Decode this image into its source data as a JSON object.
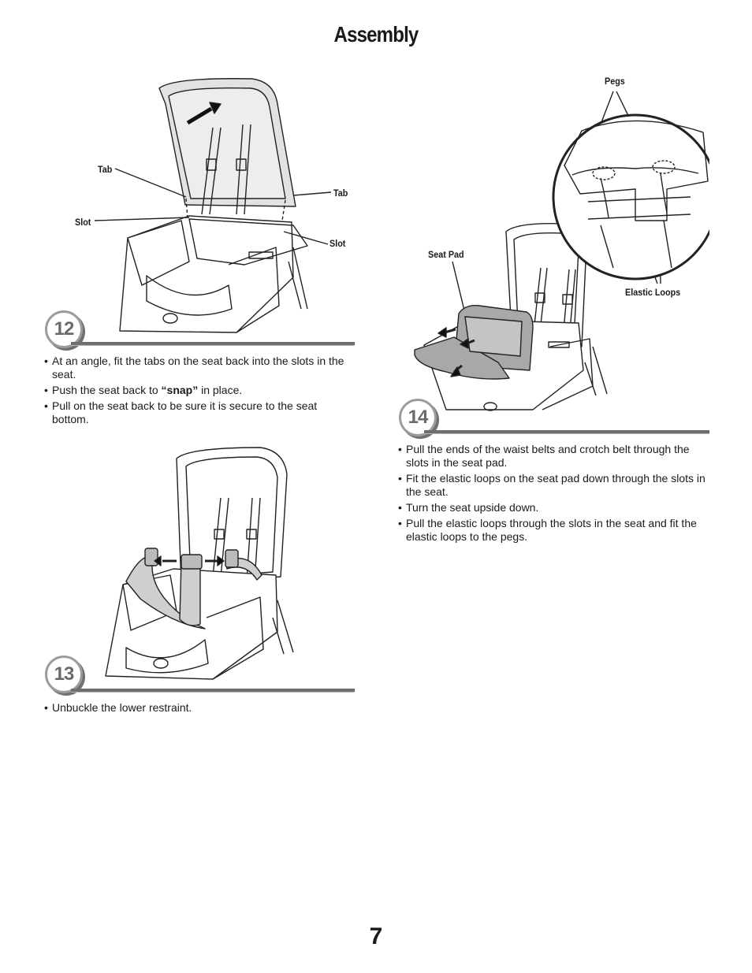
{
  "page": {
    "title": "Assembly",
    "number": "7"
  },
  "steps": [
    {
      "number": "12",
      "callouts": [
        "Tab",
        "Tab",
        "Slot",
        "Slot"
      ],
      "bullet": "•",
      "items": [
        {
          "text": "At an angle, fit the tabs on the seat back into the slots in the seat."
        },
        {
          "before": "Push the seat back to ",
          "bold": "“snap”",
          "after": " in place."
        },
        {
          "text": "Pull on the seat back to be sure it is secure to the seat bottom."
        }
      ]
    },
    {
      "number": "13",
      "bullet": "•",
      "items": [
        {
          "text": "Unbuckle the lower restraint."
        }
      ]
    },
    {
      "number": "14",
      "callouts": [
        "Pegs",
        "Seat Pad",
        "Elastic Loops"
      ],
      "bullet": "•",
      "items": [
        {
          "text": "Pull the ends of the waist belts and crotch belt through the slots in the seat pad."
        },
        {
          "text": "Fit the elastic loops on the seat pad down through the slots in the seat."
        },
        {
          "text": "Turn the seat upside down."
        },
        {
          "text": "Pull the elastic loops through the slots in the seat and fit the elastic loops to the pegs."
        }
      ]
    }
  ],
  "colors": {
    "badge_ring": "#9c9c9c",
    "badge_text": "#6a6a6a",
    "rule": "#6e6e6e",
    "seat_back_shade": "#e2e2e2",
    "seat_pad_shade": "#a8a8a8"
  }
}
